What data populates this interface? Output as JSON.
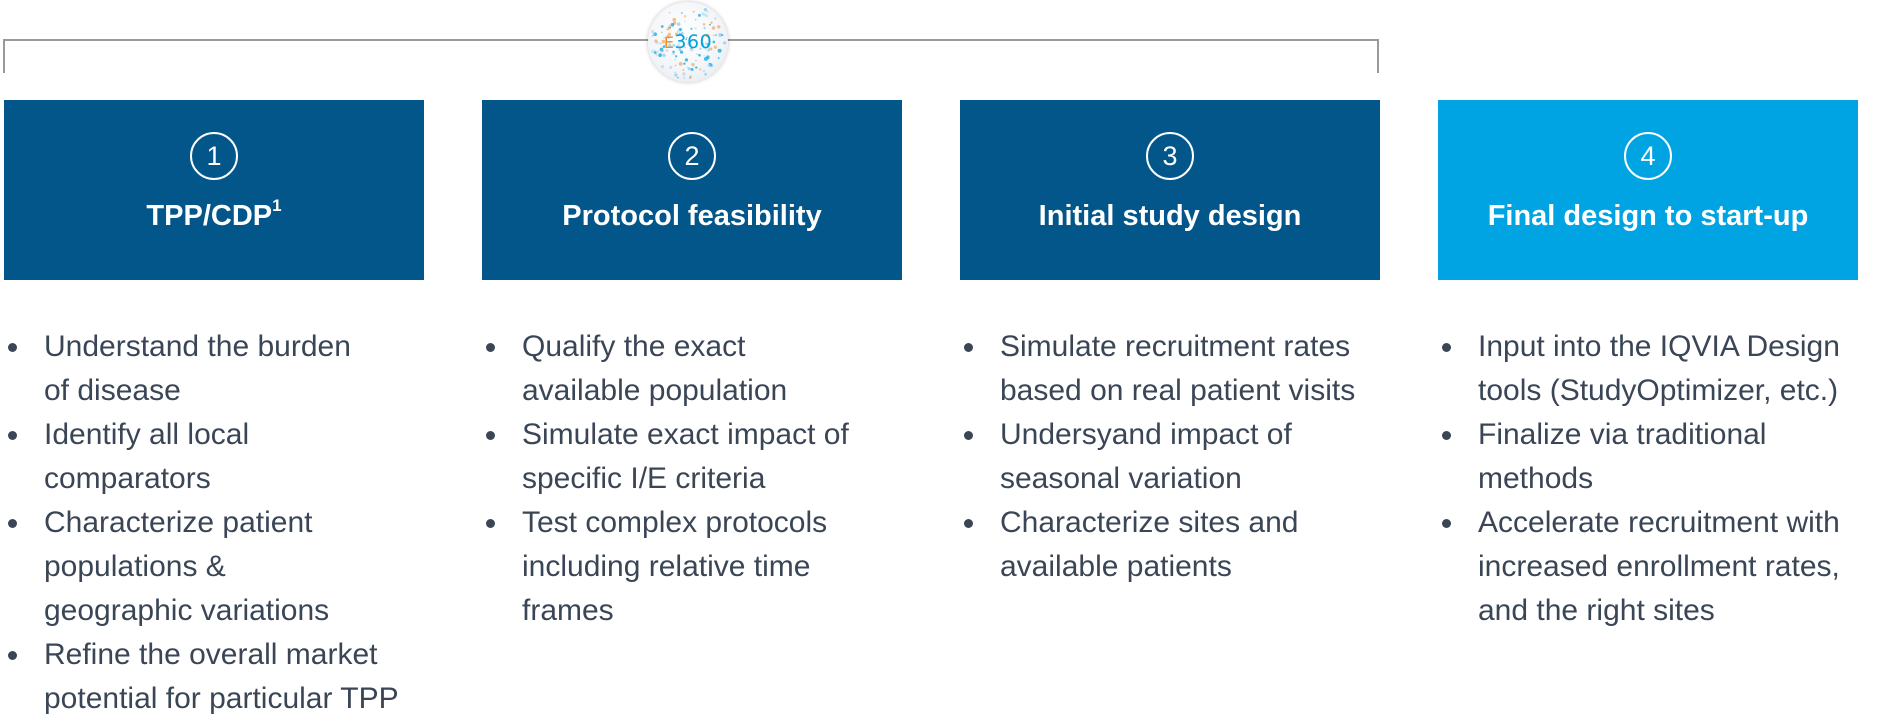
{
  "logo": {
    "prefix": "E",
    "suffix": "360"
  },
  "steps": [
    {
      "number": "1",
      "title": "TPP/CDP",
      "superscript": "1",
      "color": "#02568a",
      "bullets": [
        [
          "Understand the burden",
          "of disease"
        ],
        [
          "Identify all local",
          "comparators"
        ],
        [
          "Characterize patient",
          "populations &",
          "geographic variations"
        ],
        [
          "Refine the overall market",
          "potential for particular TPP"
        ]
      ]
    },
    {
      "number": "2",
      "title": "Protocol feasibility",
      "superscript": "",
      "color": "#02568a",
      "bullets": [
        [
          "Qualify the exact",
          "available population"
        ],
        [
          "Simulate exact impact of",
          "specific I/E criteria"
        ],
        [
          "Test complex protocols",
          "including relative time",
          "frames"
        ]
      ]
    },
    {
      "number": "3",
      "title": "Initial study design",
      "superscript": "",
      "color": "#02568a",
      "bullets": [
        [
          "Simulate recruitment rates",
          "based on real patient visits"
        ],
        [
          "Undersyand impact of",
          "seasonal variation"
        ],
        [
          "Characterize sites and",
          "available patients"
        ]
      ]
    },
    {
      "number": "4",
      "title": "Final design to start-up",
      "superscript": "",
      "color": "#00a4e3",
      "bullets": [
        [
          "Input into the IQVIA Design",
          "tools (StudyOptimizer, etc.)"
        ],
        [
          "Finalize via traditional",
          "methods"
        ],
        [
          "Accelerate recruitment with",
          "increased enrollment rates,",
          "and the right sites"
        ]
      ]
    }
  ]
}
